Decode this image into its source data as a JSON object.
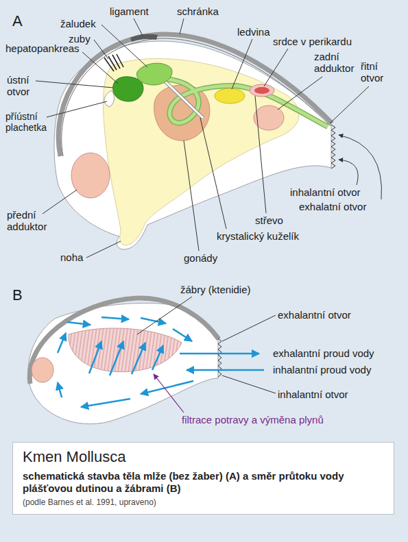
{
  "diagram": {
    "nodes": [
      {
        "text": [
          "Kmen Mollusca",
          "schematická stavba těla mlže (bez žaber) (A) a směr průtoku vody plášťovou dutinou a žábrami (B)",
          "(podle Barnes et al. 1991, upraveno)"
        ]
      }
    ],
    "labels": [
      "A",
      "ligament",
      "schránka",
      "žaludek",
      "zuby",
      "hepatopankreas",
      "ústní otvor",
      "příústní plachetka",
      "ledvina",
      "srdce v perikardu",
      "zadní adduktor",
      "řitní otvor",
      "inhalantní otvor",
      "exhalatní otvor",
      "přední adduktor",
      "střevo",
      "krystalický kuželík",
      "noha",
      "gonády",
      "B",
      "žábry (ktenidie)",
      "exhalantní otvor",
      "exhalantní proud vody",
      "inhalantní proud vody",
      "inhalantní otvor",
      "filtrace potravy a výměna plynů"
    ]
  }
}
